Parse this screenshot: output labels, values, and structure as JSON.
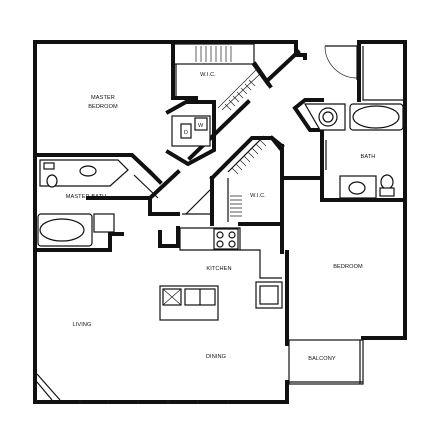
{
  "rooms": {
    "master_bedroom": [
      "MASTER",
      "BEDROOM"
    ],
    "wic_top": "W.I.C.",
    "master_bath": "MASTER BATH",
    "wic_mid": "W.I.C.",
    "bath": "BATH",
    "kitchen": "KITCHEN",
    "bedroom": "BEDROOM",
    "living": "LIVING",
    "dining": "DINING",
    "balcony": "BALCONY"
  }
}
